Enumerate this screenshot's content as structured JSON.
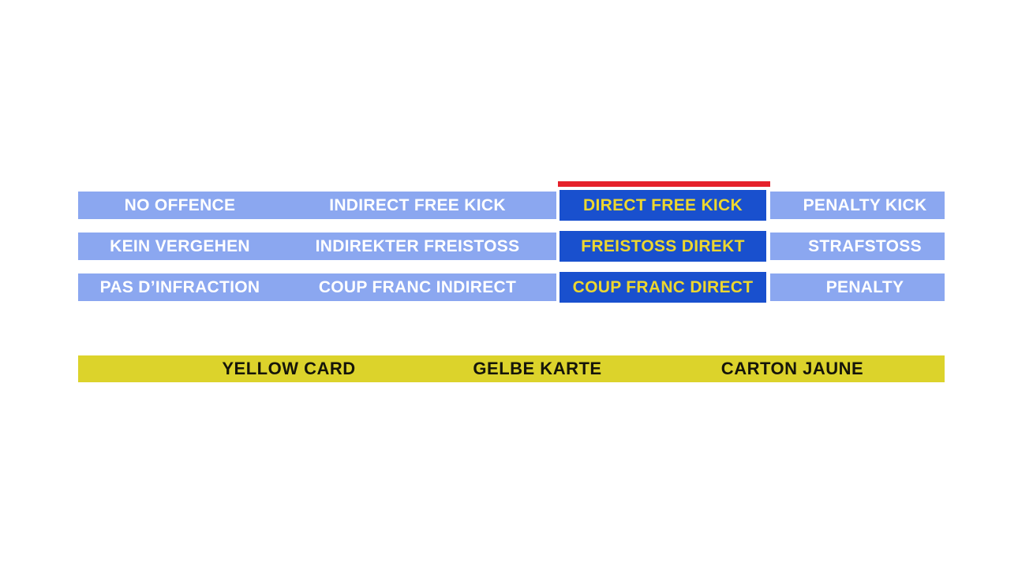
{
  "colors": {
    "cell_blue": "#8BA7F0",
    "selected_blue": "#1950CE",
    "cell_text_white": "#FFFFFF",
    "selected_text_yellow": "#EDD72E",
    "marker_red": "#E5212B",
    "card_yellow": "#DCD32B",
    "card_text_dark": "#15150A"
  },
  "decision_table": {
    "selected_column_index": 2,
    "selected_column_marker": "red-bar",
    "rows": [
      {
        "language": "english",
        "cells": [
          "NO OFFENCE",
          "INDIRECT FREE KICK",
          "DIRECT FREE KICK",
          "PENALTY KICK"
        ]
      },
      {
        "language": "german",
        "cells": [
          "KEIN VERGEHEN",
          "INDIREKTER FREISTOSS",
          "FREISTOSS DIREKT",
          "STRAFSTOSS"
        ]
      },
      {
        "language": "french",
        "cells": [
          "PAS D’INFRACTION",
          "COUP FRANC INDIRECT",
          "COUP FRANC DIRECT",
          "PENALTY"
        ]
      }
    ]
  },
  "card_bar": {
    "labels": [
      "YELLOW CARD",
      "GELBE KARTE",
      "CARTON JAUNE"
    ]
  }
}
